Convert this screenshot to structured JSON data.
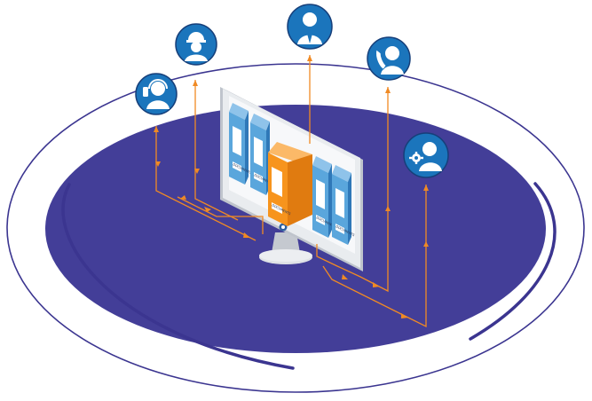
{
  "colors": {
    "platform": "#433e98",
    "ring": "#3b3590",
    "connector": "#f08a24",
    "badge_fill": "#1b75bc",
    "badge_border": "#163f7a",
    "monitor_frame": "#cfd3d9",
    "binder_blue": "#5aa6dc",
    "binder_orange": "#f7941d"
  },
  "roles": [
    {
      "icon": "headset-support-agent-icon"
    },
    {
      "icon": "hard-hat-worker-icon"
    },
    {
      "icon": "businessman-tie-icon"
    },
    {
      "icon": "phone-call-contact-icon"
    },
    {
      "icon": "gear-settings-user-icon"
    }
  ],
  "binders": [
    {
      "label": "DOCUMENTS",
      "color": "blue"
    },
    {
      "label": "DOCUMENTS",
      "color": "blue"
    },
    {
      "label": "DOCUMENTS",
      "color": "orange"
    },
    {
      "label": "DOCUMENTS",
      "color": "blue"
    },
    {
      "label": "DOCUMENTS",
      "color": "blue"
    }
  ]
}
